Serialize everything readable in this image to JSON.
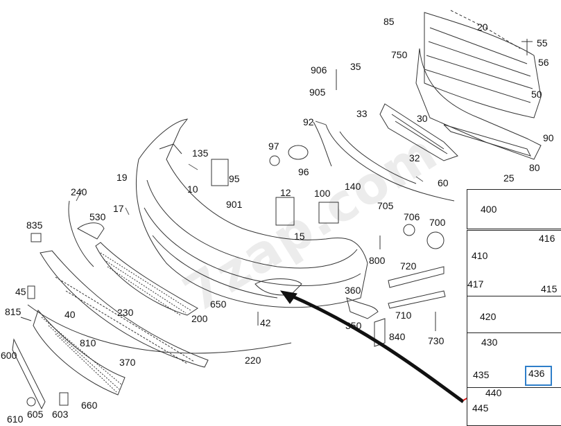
{
  "diagram": {
    "labels": {
      "p85": "85",
      "p20": "20",
      "p55": "55",
      "p750": "750",
      "p56": "56",
      "p35": "35",
      "p906": "906",
      "p905": "905",
      "p50": "50",
      "p33": "33",
      "p30": "30",
      "p92": "92",
      "p90": "90",
      "p97": "97",
      "p135": "135",
      "p95": "95",
      "p96": "96",
      "p32": "32",
      "p80": "80",
      "p25": "25",
      "p10": "10",
      "p901": "901",
      "p19": "19",
      "p60": "60",
      "p240": "240",
      "p12": "12",
      "p100": "100",
      "p140": "140",
      "p17": "17",
      "p530": "530",
      "p705": "705",
      "p706": "706",
      "p700": "700",
      "p835": "835",
      "p15": "15",
      "p800": "800",
      "p720": "720",
      "p45": "45",
      "p360": "360",
      "p815": "815",
      "p40": "40",
      "p230": "230",
      "p650": "650",
      "p200": "200",
      "p710": "710",
      "p42": "42",
      "p350": "350",
      "p840": "840",
      "p730": "730",
      "p810": "810",
      "p370": "370",
      "p600": "600",
      "p220": "220",
      "p660": "660",
      "p610": "610",
      "p605": "605",
      "p603": "603",
      "p400": "400",
      "p416": "416",
      "p410": "410",
      "p417": "417",
      "p415": "415",
      "p420": "420",
      "p430": "430",
      "p435": "435",
      "p436": "436",
      "p440": "440",
      "p445": "445"
    },
    "watermark": "7zap.com",
    "colors": {
      "line": "#333333",
      "arrow_black": "#111111",
      "arrow_red": "#e01919",
      "highlight": "#2e7ec9"
    }
  }
}
